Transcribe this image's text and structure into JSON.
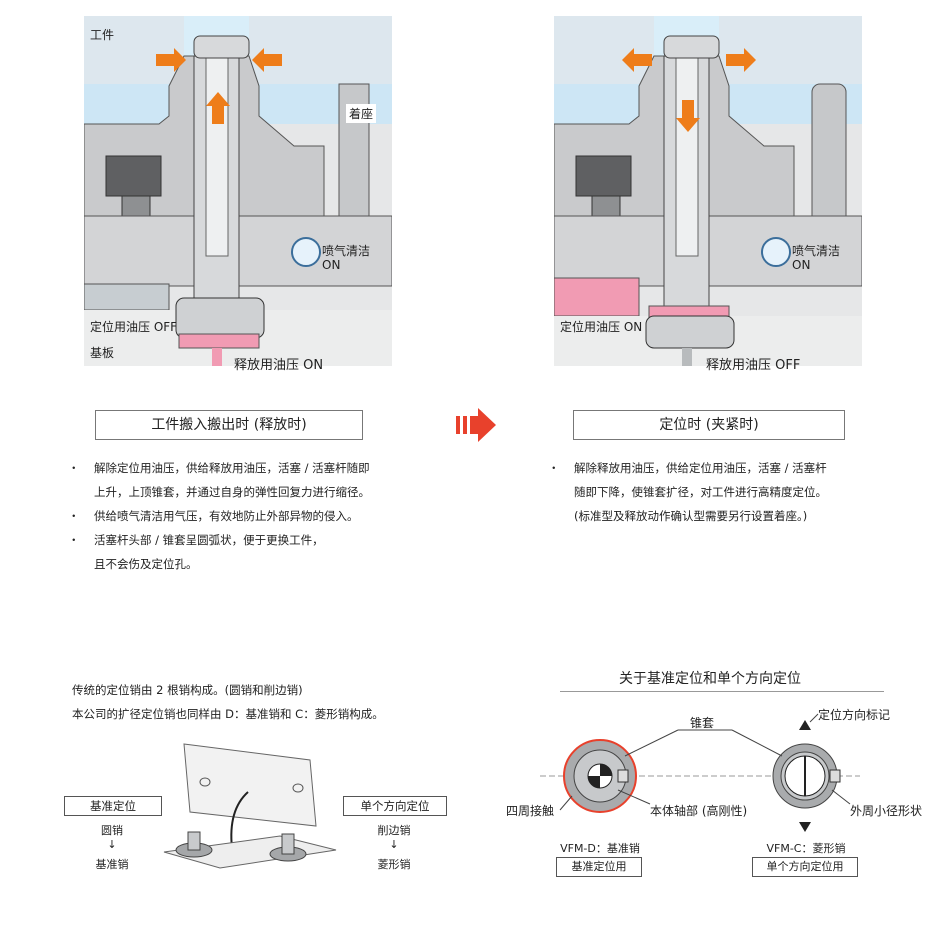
{
  "left_panel": {
    "label_workpiece": "工件",
    "label_purge": "喷气清洁",
    "label_purge_state": "ON",
    "label_locate_oil": "定位用油压 OFF",
    "label_base": "基板",
    "label_release_oil": "释放用油压 ON",
    "caption": "工件搬入搬出时 (释放时)"
  },
  "right_panel": {
    "label_seat": "着座",
    "label_purge": "喷气清洁",
    "label_purge_state": "ON",
    "label_locate_oil": "定位用油压 ON",
    "label_release_oil": "释放用油压 OFF",
    "caption": "定位时 (夹紧时)"
  },
  "left_bullets": [
    {
      "line1": "解除定位用油压，供给释放用油压，活塞 / 活塞杆随即",
      "line2": "上升，上顶锥套，并通过自身的弹性回复力进行缩径。"
    },
    {
      "line1": "供给喷气清洁用气压，有效地防止外部异物的侵入。",
      "line2": ""
    },
    {
      "line1": "活塞杆头部 / 锥套呈圆弧状，便于更换工件，",
      "line2": "且不会伤及定位孔。"
    }
  ],
  "right_bullets": [
    {
      "line1": "解除释放用油压，供给定位用油压，活塞 / 活塞杆",
      "line2": "随即下降，使锥套扩径，对工件进行高精度定位。",
      "line3": "(标准型及释放动作确认型需要另行设置着座。)"
    }
  ],
  "lower_left": {
    "text1": "传统的定位销由 2 根销构成。(圆销和削边销)",
    "text2": "本公司的扩径定位销也同样由 D：基准销和 C：菱形销构成。",
    "box_ref": "基准定位",
    "ref_line1": "圆销",
    "ref_arrow": "↓",
    "ref_line2": "基准销",
    "box_dir": "单个方向定位",
    "dir_line1": "削边销",
    "dir_arrow": "↓",
    "dir_line2": "菱形销"
  },
  "lower_right": {
    "title": "关于基准定位和单个方向定位",
    "label_sleeve": "锥套",
    "label_dir_mark": "定位方向标记",
    "label_contact": "四周接触",
    "label_body": "本体轴部 (高刚性)",
    "label_outer": "外周小径形状",
    "vfmd_title": "VFM-D：基准销",
    "vfmd_box": "基准定位用",
    "vfmc_title": "VFM-C：菱形销",
    "vfmc_box": "单个方向定位用"
  },
  "colors": {
    "arrow_orange": "#ee7d1a",
    "oil_pink": "#f19bb3",
    "transition_red": "#e8412c",
    "metal_gray": "#bfc3c6",
    "sky_blue": "#cfe8f6"
  }
}
